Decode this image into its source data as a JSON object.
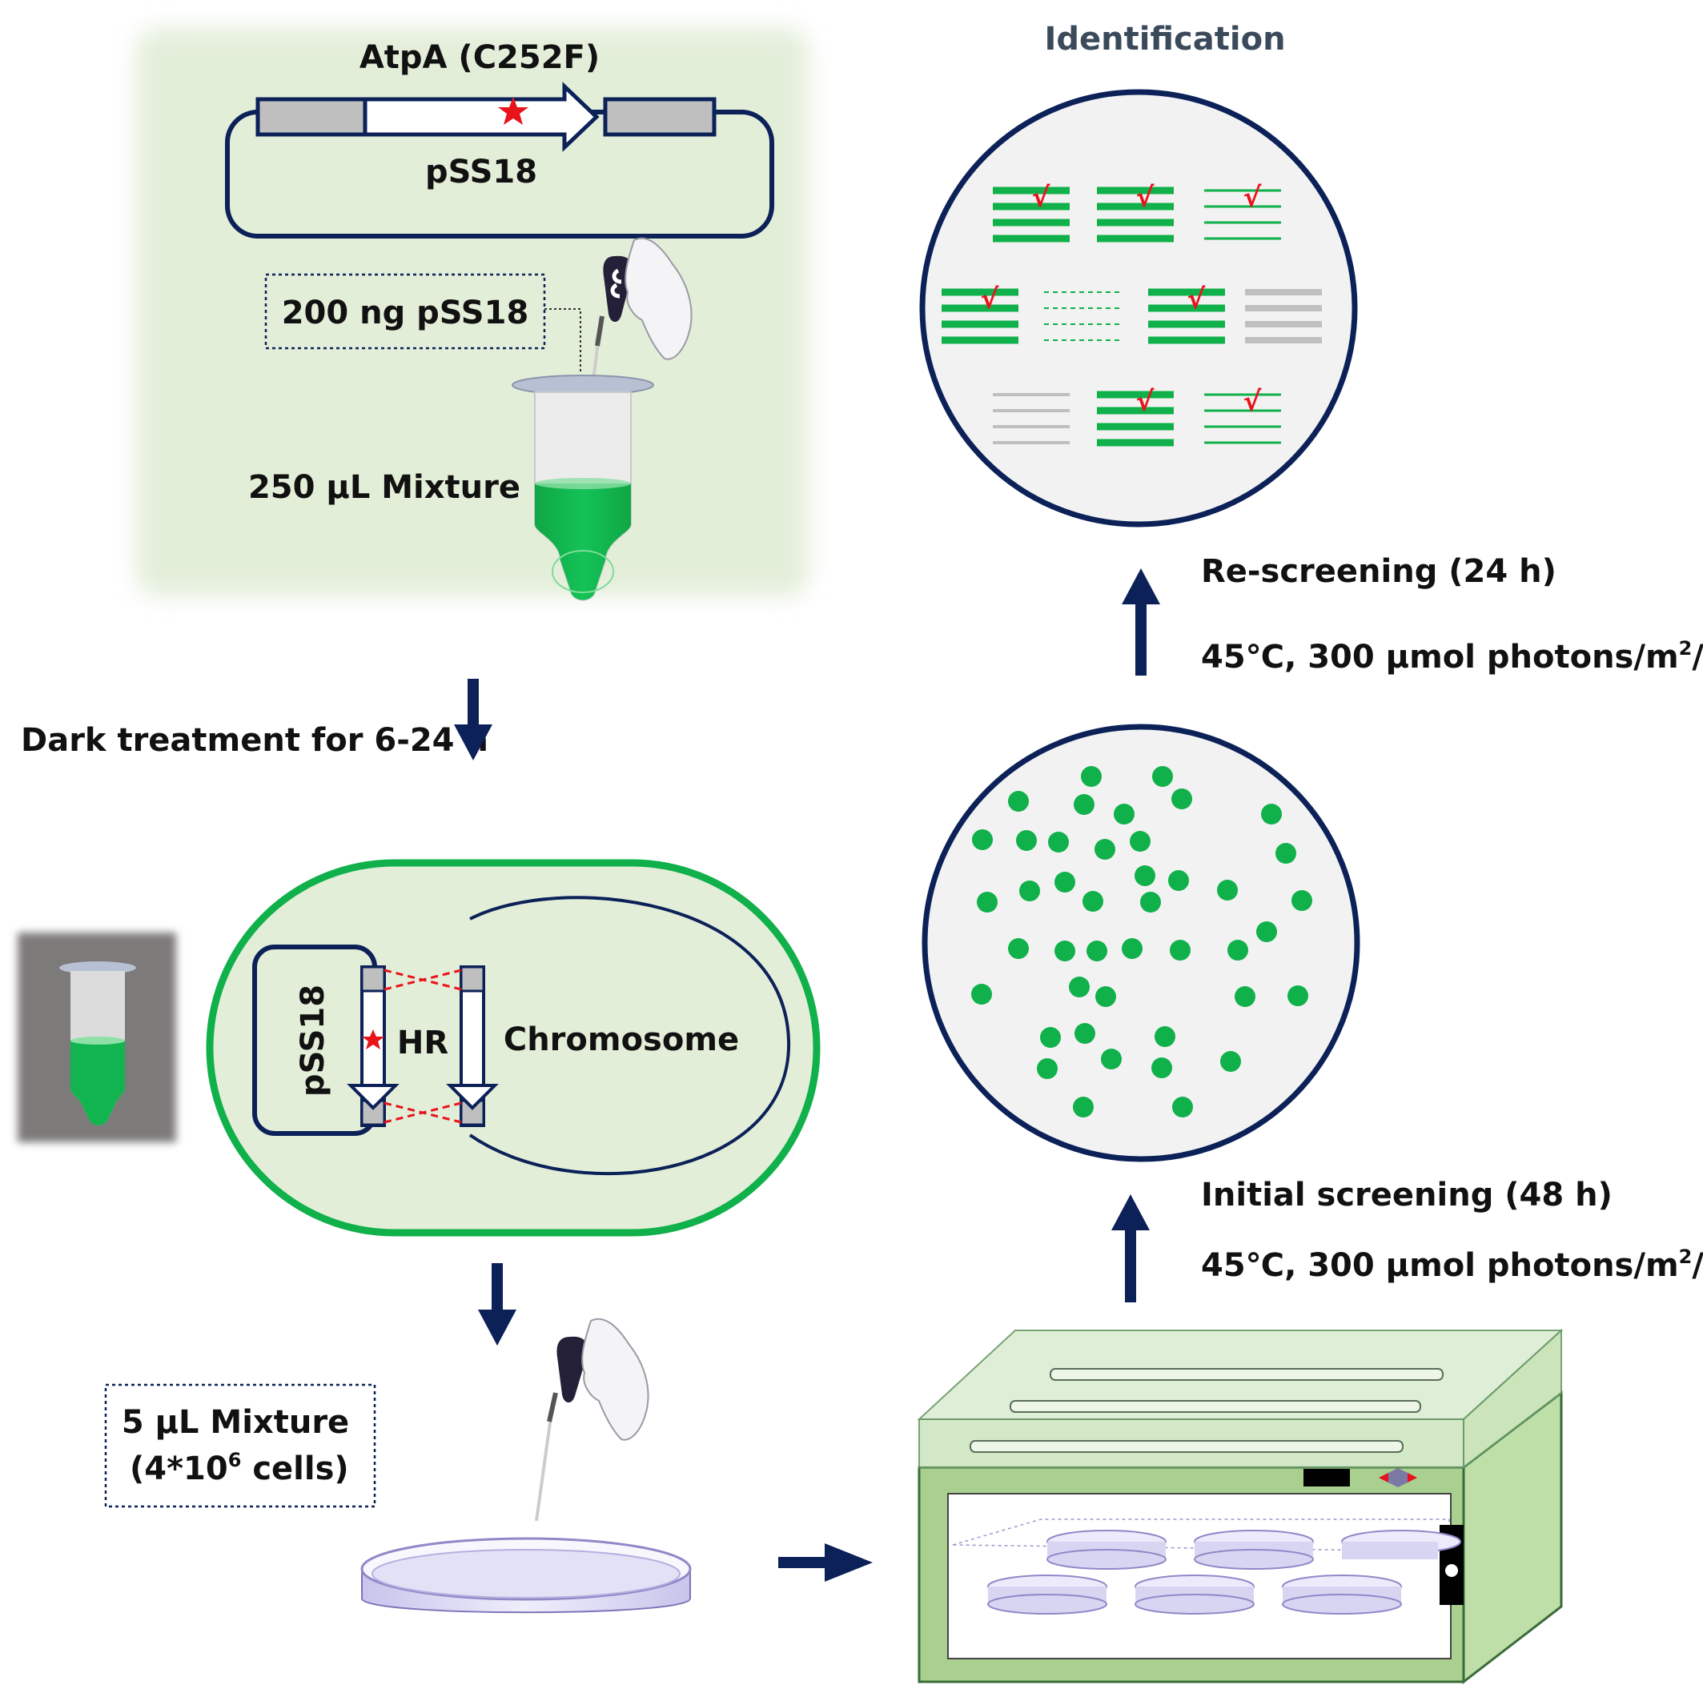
{
  "colors": {
    "navy": "#0b2158",
    "green": "#10b04a",
    "light_green_bg": "#e3eed9",
    "red": "#e8131b",
    "gray": "#bfbfbf",
    "incubator_green": "#a9d08e"
  },
  "plasmid": {
    "gene_label": "AtpA (C252F)",
    "name": "pSS18"
  },
  "dna_amount": "200 ng pSS18",
  "mixture_volume": "250 µL Mixture",
  "dark_step": "Dark treatment for 6-24 h",
  "cell": {
    "plasmid_label": "pSS18",
    "hr_label": "HR",
    "chromosome_label": "Chromosome"
  },
  "plating": {
    "line1": "5 µL Mixture",
    "line2_pre": "(4*10",
    "line2_sup": "6",
    "line2_post": " cells)"
  },
  "initial_screening": {
    "title": "Initial screening (48 h)",
    "cond_pre": "45℃, 300 μmol photons/m",
    "cond_sup": "2",
    "cond_post": "/s"
  },
  "rescreening": {
    "title": "Re-screening (24 h)",
    "cond_pre": "45℃, 300 μmol photons/m",
    "cond_sup": "2",
    "cond_post": "/s"
  },
  "identification": {
    "title": "Identification",
    "check_mark": "√"
  },
  "icons": [
    "star-icon",
    "pipette-hand-icon",
    "tube-icon",
    "petri-dish-icon",
    "incubator-icon",
    "arrow-icon"
  ]
}
